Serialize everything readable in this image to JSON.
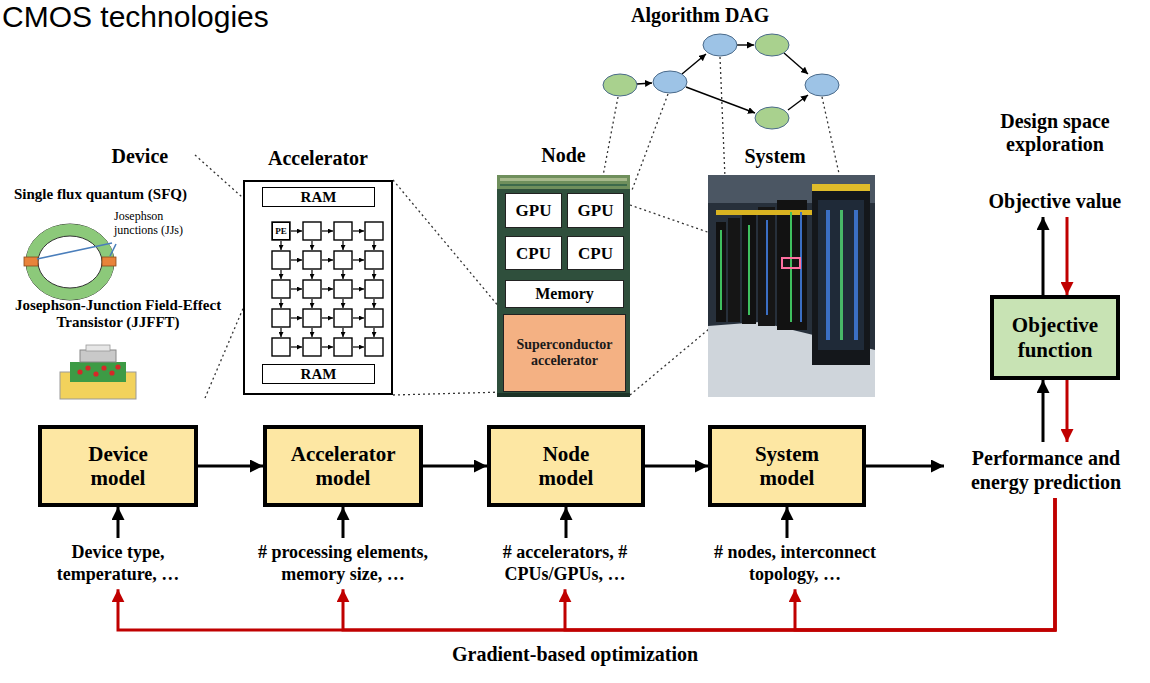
{
  "diagram": {
    "nodes": [
      {
        "text": [
          "Accelerator"
        ]
      },
      {
        "text": [
          "RAM"
        ],
        "in": 0
      },
      {
        "text": [
          "PE"
        ],
        "in": 0
      },
      {
        "text": [
          "RAM"
        ],
        "in": 0
      },
      {
        "text": [
          "Node"
        ]
      },
      {
        "text": [
          "GPU"
        ],
        "in": 4
      },
      {
        "text": [
          "GPU"
        ],
        "in": 4
      },
      {
        "text": [
          "CPU"
        ],
        "in": 4
      },
      {
        "text": [
          "CPU"
        ],
        "in": 4
      },
      {
        "text": [
          "Memory"
        ],
        "in": 4
      },
      {
        "text": [
          "Superconductor accelerator"
        ],
        "in": 4
      },
      {
        "text": [
          "Objective value"
        ]
      },
      {
        "text": [
          "Objective function"
        ]
      },
      {
        "text": [
          "Device model"
        ]
      },
      {
        "text": [
          "Accelerator model"
        ]
      },
      {
        "text": [
          "Node model"
        ]
      },
      {
        "text": [
          "System model"
        ]
      },
      {
        "text": [
          "Performance and energy prediction"
        ]
      },
      {
        "text": [
          "Device type, temperature, …"
        ]
      },
      {
        "text": [
          "# processing elements, memory size, …"
        ]
      },
      {
        "text": [
          "# accelerators, # CPUs/GPUs, …"
        ]
      },
      {
        "text": [
          "# nodes, interconnect topology, …"
        ]
      }
    ],
    "edges": [
      {
        "from": 13,
        "to": 14,
        "arrow": "to"
      },
      {
        "from": 14,
        "to": 15,
        "arrow": "to"
      },
      {
        "from": 15,
        "to": 16,
        "arrow": "to"
      },
      {
        "from": 16,
        "to": 17,
        "arrow": "to"
      },
      {
        "from": 17,
        "to": 12,
        "arrow": "to"
      },
      {
        "from": 12,
        "to": 17,
        "arrow": "to"
      },
      {
        "from": 12,
        "to": 11,
        "arrow": "to"
      },
      {
        "from": 11,
        "to": 12,
        "arrow": "to"
      },
      {
        "from": 18,
        "to": 13,
        "arrow": "to"
      },
      {
        "from": 19,
        "to": 14,
        "arrow": "to"
      },
      {
        "from": 20,
        "to": 15,
        "arrow": "to"
      },
      {
        "from": 21,
        "to": 16,
        "arrow": "to"
      },
      {
        "from": 17,
        "to": 18,
        "arrow": "to"
      },
      {
        "from": 17,
        "to": 19,
        "arrow": "to"
      },
      {
        "from": 17,
        "to": 20,
        "arrow": "to"
      },
      {
        "from": 17,
        "to": 21,
        "arrow": "to"
      }
    ],
    "labels": [
      "CMOS technologies",
      "Algorithm DAG",
      "Device",
      "System",
      "Design space exploration",
      "Single flux quantum (SFQ)",
      "Josephson junctions (JJs)",
      "Josephson-Junction Field-Effect Transistor (JJFFT)",
      "Gradient-based optimization"
    ]
  }
}
